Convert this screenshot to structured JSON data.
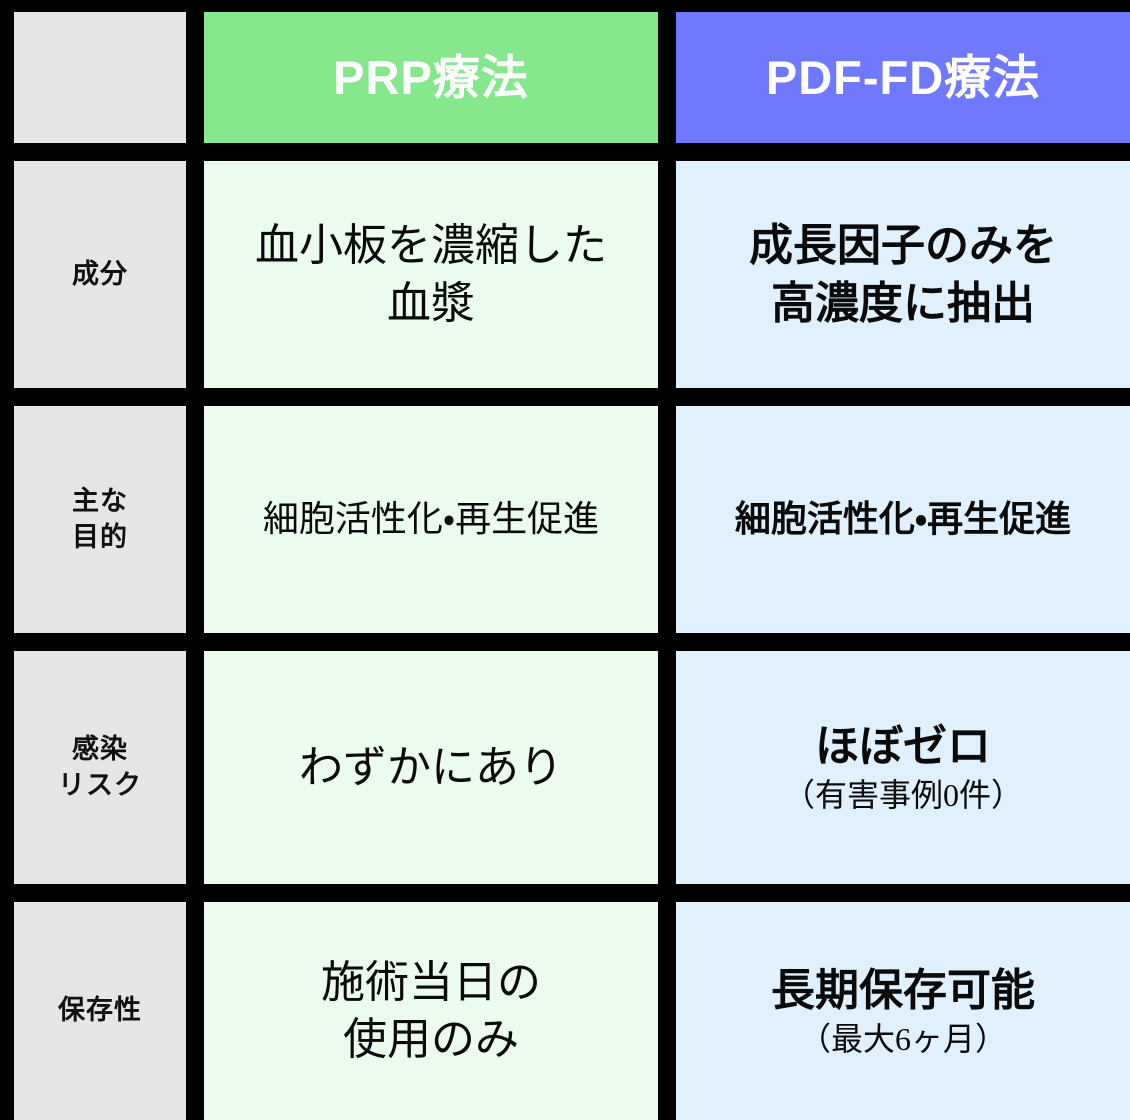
{
  "table": {
    "corner_label": "",
    "columns": [
      {
        "key": "prp",
        "header": "PRP療法",
        "header_bg": "#85E88C",
        "body_bg": "#EBFCEF"
      },
      {
        "key": "pdf",
        "header": "PDF-FD療法",
        "header_bg": "#7078FE",
        "body_bg": "#E0F1FD"
      }
    ],
    "rows": [
      {
        "label_lines": [
          "成分"
        ],
        "prp": {
          "lines": [
            "血小板を濃縮した",
            "血漿"
          ],
          "note": ""
        },
        "pdf": {
          "lines": [
            "成長因子のみを",
            "高濃度に抽出"
          ],
          "note": ""
        }
      },
      {
        "label_lines": [
          "主な",
          "目的"
        ],
        "prp": {
          "lines": [
            "細胞活性化・再生促進"
          ],
          "note": ""
        },
        "pdf": {
          "lines": [
            "細胞活性化・再生促進"
          ],
          "note": ""
        }
      },
      {
        "label_lines": [
          "感染",
          "リスク"
        ],
        "prp": {
          "lines": [
            "わずかにあり"
          ],
          "note": ""
        },
        "pdf": {
          "lines": [
            "ほぼゼロ"
          ],
          "note": "（有害事例0件）"
        }
      },
      {
        "label_lines": [
          "保存性"
        ],
        "prp": {
          "lines": [
            "施術当日の",
            "使用のみ"
          ],
          "note": ""
        },
        "pdf": {
          "lines": [
            "長期保存可能"
          ],
          "note": "（最大6ヶ月）"
        }
      }
    ]
  },
  "colors": {
    "background": "#000000",
    "label_bg": "#E6E6E6",
    "header_green": "#85E88C",
    "header_blue": "#7078FE",
    "cell_green": "#EBFCEF",
    "cell_blue": "#E0F1FD",
    "header_text": "#FFFFFF",
    "body_text": "#0A0A0A"
  }
}
